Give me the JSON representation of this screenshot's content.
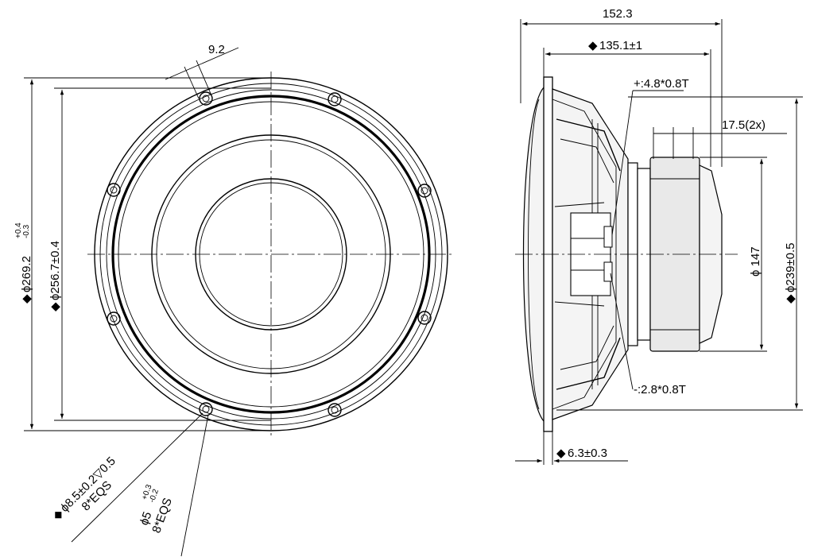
{
  "front_view": {
    "d_outer": "ϕ269.2",
    "d_outer_tol_plus": "+0.4",
    "d_outer_tol_minus": "-0.3",
    "d_inner": "ϕ256.7±0.4",
    "mount_offset": "9.2",
    "hole_large": "ϕ8.5±0.2▽0.5",
    "hole_large_count": "8*EQS",
    "hole_small": "ϕ5",
    "hole_small_tol_plus": "+0.3",
    "hole_small_tol_minus": "-0.2",
    "hole_small_count": "8*EQS"
  },
  "side_view": {
    "depth_total": "152.3",
    "depth_mount": "135.1±1",
    "terminal_plus": "+:4.8*0.8T",
    "terminal_minus": "-:2.8*0.8T",
    "terminal_spacing": "17.5(2x)",
    "d_magnet": "ϕ 147",
    "d_cutout": "ϕ239±0.5",
    "flange_thickness": "6.3±0.3"
  },
  "marker_symbol": "◆"
}
